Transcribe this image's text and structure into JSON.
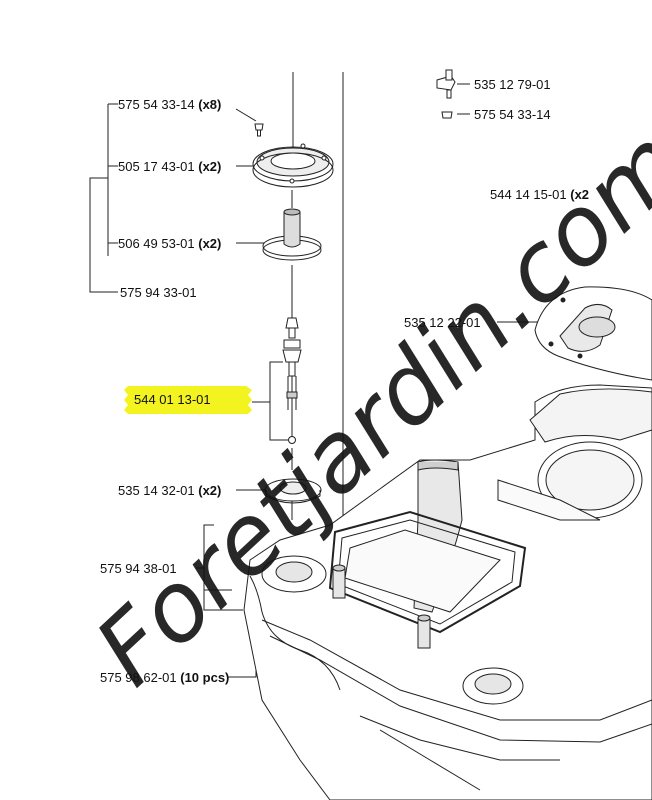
{
  "labels": {
    "p1": {
      "num": "575 54 33-14",
      "qty": "(x8)"
    },
    "p2": {
      "num": "505 17 43-01",
      "qty": "(x2)"
    },
    "p3": {
      "num": "506 49 53-01",
      "qty": "(x2)"
    },
    "p4": {
      "num": "575 94 33-01",
      "qty": ""
    },
    "p5": {
      "num": "544 01 13-01",
      "qty": ""
    },
    "p6": {
      "num": "535 14 32-01",
      "qty": "(x2)"
    },
    "p7": {
      "num": "575 94 38-01",
      "qty": ""
    },
    "p8": {
      "num": "575 98 62-01",
      "qty": "(10 pcs)"
    },
    "p9": {
      "num": "535 12 79-01",
      "qty": ""
    },
    "p10": {
      "num": "575 54 33-14",
      "qty": ""
    },
    "p11": {
      "num": "544 14 15-01",
      "qty": "(x2"
    },
    "p12": {
      "num": "535 12 22-01",
      "qty": ""
    }
  },
  "highlight_color": "#f3f320",
  "watermark": {
    "text": "Foretjardin.com",
    "color": "#c9e39a",
    "color_end": "#d8d0c4"
  }
}
